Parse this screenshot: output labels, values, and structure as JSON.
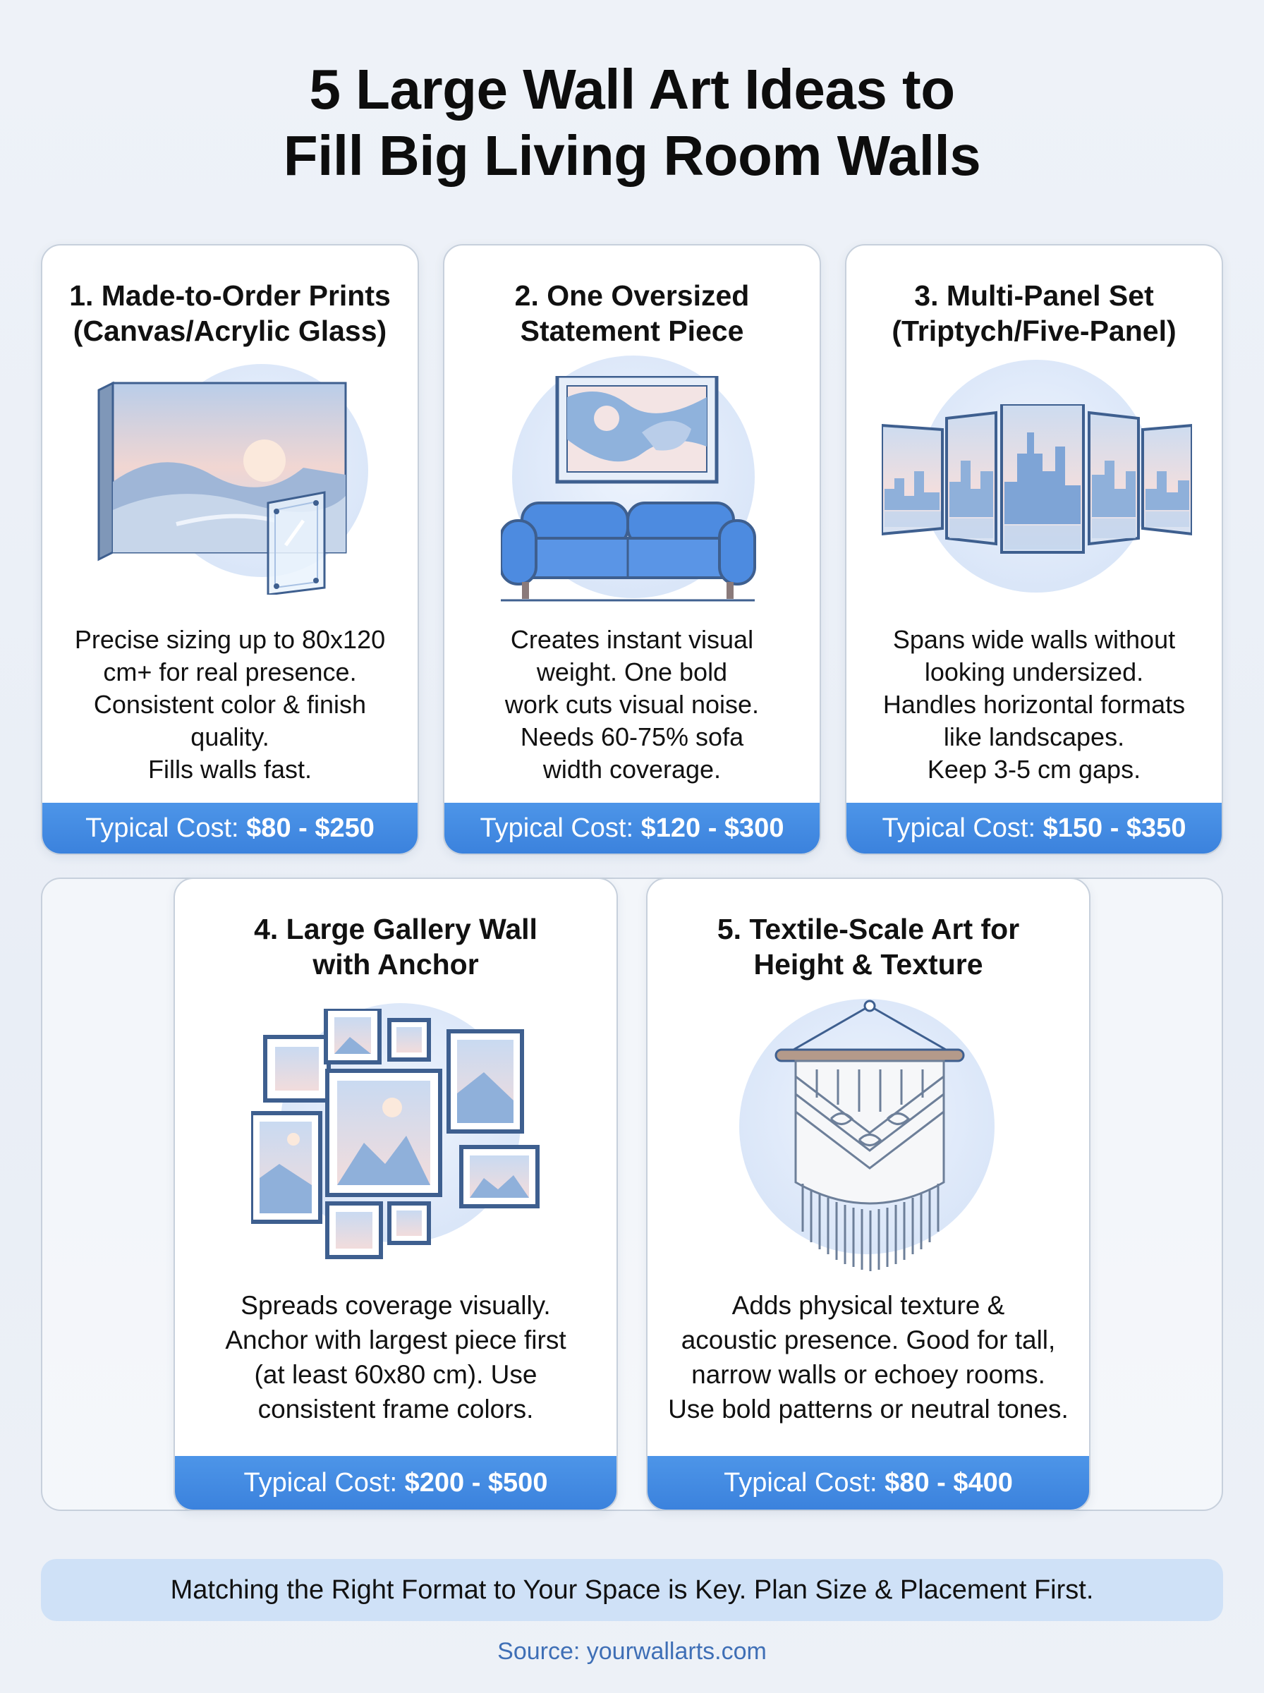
{
  "title_line1": "5 Large Wall Art Ideas to",
  "title_line2": "Fill Big Living Room Walls",
  "cards": [
    {
      "title_line1": "1. Made-to-Order Prints",
      "title_line2": "(Canvas/Acrylic Glass)",
      "desc": [
        "Precise sizing up to 80x120",
        "cm+ for real presence.",
        "Consistent color & finish",
        "quality.",
        "Fills walls fast."
      ],
      "cost_label": "Typical Cost:",
      "cost_value": "$80 - $250",
      "icon": "canvas-acrylic-print-icon"
    },
    {
      "title_line1": "2. One Oversized",
      "title_line2": "Statement Piece",
      "desc": [
        "Creates instant visual",
        "weight. One bold",
        "work cuts visual noise.",
        "Needs 60-75% sofa",
        "width coverage."
      ],
      "cost_label": "Typical Cost:",
      "cost_value": "$120 - $300",
      "icon": "sofa-with-art-icon"
    },
    {
      "title_line1": "3. Multi-Panel Set",
      "title_line2": "(Triptych/Five-Panel)",
      "desc": [
        "Spans wide walls without",
        "looking undersized.",
        "Handles horizontal formats",
        "like landscapes.",
        "Keep 3-5 cm gaps."
      ],
      "cost_label": "Typical Cost:",
      "cost_value": "$150 - $350",
      "icon": "five-panel-skyline-icon"
    },
    {
      "title_line1": "4. Large Gallery Wall",
      "title_line2": "with Anchor",
      "desc": [
        "Spreads coverage visually.",
        "Anchor with largest piece first",
        "(at least 60x80 cm). Use",
        "consistent frame colors."
      ],
      "cost_label": "Typical Cost:",
      "cost_value": "$200 - $500",
      "icon": "gallery-wall-icon"
    },
    {
      "title_line1": "5. Textile-Scale Art for",
      "title_line2": "Height & Texture",
      "desc": [
        "Adds physical texture &",
        "acoustic presence. Good for tall,",
        "narrow walls or echoey rooms.",
        "Use bold patterns or neutral tones."
      ],
      "cost_label": "Typical Cost:",
      "cost_value": "$80 - $400",
      "icon": "macrame-hanging-icon"
    }
  ],
  "footer_banner": "Matching the Right Format to Your Space is Key. Plan Size & Placement First.",
  "source": "Source: yourwallarts.com",
  "colors": {
    "accent": "#3b82dd",
    "frame": "#3e5f8f",
    "background": "#eef2f8",
    "banner": "#cfe1f7",
    "source_text": "#3f6fb6"
  }
}
